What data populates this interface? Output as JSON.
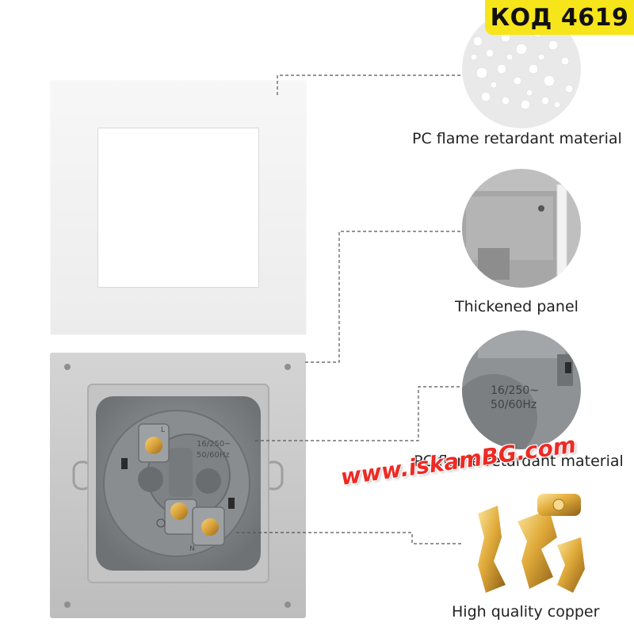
{
  "badge": {
    "code": "КОД 4619"
  },
  "callouts": [
    {
      "caption": "PC flame retardant material"
    },
    {
      "caption": "Thickened panel"
    },
    {
      "caption": "PC flame retardant material"
    },
    {
      "caption": "High quality copper"
    }
  ],
  "watermark": "www.iskamBG.com",
  "socket_labels": {
    "rating_line1": "16/250~",
    "rating_line2": "50/60Hz",
    "live": "L",
    "neutral": "N"
  },
  "colors": {
    "badge": "#f7e51c",
    "watermark": "#ee2a24",
    "plate": "#c9c9c9",
    "socket": "#8a8d90",
    "copper": "#d9a23a"
  }
}
